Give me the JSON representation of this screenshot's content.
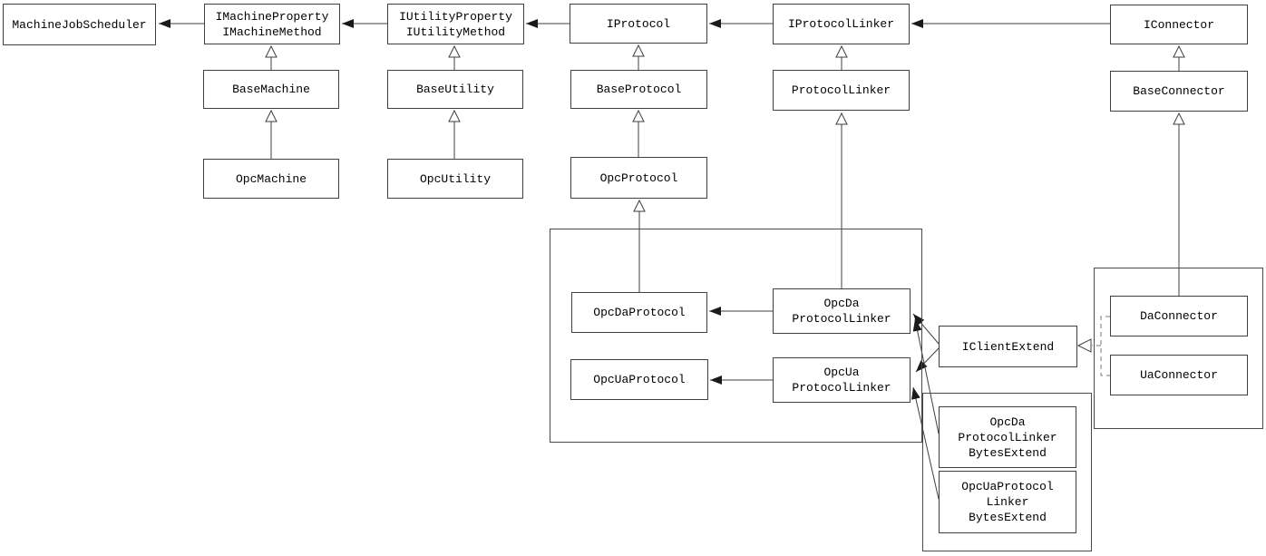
{
  "diagram_type": "class-diagram",
  "colors": {
    "background": "#ffffff",
    "box_border": "#3f3f3f",
    "group_border": "#4a4a4a",
    "line": "#3f3f3f",
    "dashed_line": "#7a7a7a",
    "arrow_fill": "#1a1a1a",
    "text": "#000000"
  },
  "nodes": {
    "machine_job_scheduler": {
      "label": "MachineJobScheduler"
    },
    "i_machine": {
      "label": "IMachineProperty\nIMachineMethod"
    },
    "i_utility": {
      "label": "IUtilityProperty\nIUtilityMethod"
    },
    "i_protocol": {
      "label": "IProtocol"
    },
    "i_protocol_linker": {
      "label": "IProtocolLinker"
    },
    "i_connector": {
      "label": "IConnector"
    },
    "base_machine": {
      "label": "BaseMachine"
    },
    "base_utility": {
      "label": "BaseUtility"
    },
    "base_protocol": {
      "label": "BaseProtocol"
    },
    "protocol_linker": {
      "label": "ProtocolLinker"
    },
    "base_connector": {
      "label": "BaseConnector"
    },
    "opc_machine": {
      "label": "OpcMachine"
    },
    "opc_utility": {
      "label": "OpcUtility"
    },
    "opc_protocol": {
      "label": "OpcProtocol"
    },
    "opc_da_protocol": {
      "label": "OpcDaProtocol"
    },
    "opc_da_protocol_linker": {
      "label": "OpcDa\nProtocolLinker"
    },
    "opc_ua_protocol": {
      "label": "OpcUaProtocol"
    },
    "opc_ua_protocol_linker": {
      "label": "OpcUa\nProtocolLinker"
    },
    "i_client_extend": {
      "label": "IClientExtend"
    },
    "da_connector": {
      "label": "DaConnector"
    },
    "ua_connector": {
      "label": "UaConnector"
    },
    "opc_da_protocol_linker_bytes_extend": {
      "label": "OpcDa\nProtocolLinker\nBytesExtend"
    },
    "opc_ua_protocol_linker_bytes_extend": {
      "label": "OpcUaProtocol\nLinker\nBytesExtend"
    }
  },
  "edges": [
    {
      "from": "i_machine",
      "to": "machine_job_scheduler",
      "type": "association"
    },
    {
      "from": "i_utility",
      "to": "i_machine",
      "type": "association"
    },
    {
      "from": "i_protocol",
      "to": "i_utility",
      "type": "association"
    },
    {
      "from": "i_protocol_linker",
      "to": "i_protocol",
      "type": "association"
    },
    {
      "from": "i_connector",
      "to": "i_protocol_linker",
      "type": "association"
    },
    {
      "from": "base_machine",
      "to": "i_machine",
      "type": "inheritance"
    },
    {
      "from": "opc_machine",
      "to": "base_machine",
      "type": "inheritance"
    },
    {
      "from": "base_utility",
      "to": "i_utility",
      "type": "inheritance"
    },
    {
      "from": "opc_utility",
      "to": "base_utility",
      "type": "inheritance"
    },
    {
      "from": "base_protocol",
      "to": "i_protocol",
      "type": "inheritance"
    },
    {
      "from": "opc_protocol",
      "to": "base_protocol",
      "type": "inheritance"
    },
    {
      "from": "protocol_linker",
      "to": "i_protocol_linker",
      "type": "inheritance"
    },
    {
      "from": "base_connector",
      "to": "i_connector",
      "type": "inheritance"
    },
    {
      "from": "opc_da_protocol",
      "to": "opc_protocol",
      "type": "inheritance"
    },
    {
      "from": "opc_da_protocol_linker",
      "to": "protocol_linker",
      "type": "inheritance"
    },
    {
      "from": "da_connector",
      "to": "base_connector",
      "type": "inheritance"
    },
    {
      "from": "opc_da_protocol_linker",
      "to": "opc_da_protocol",
      "type": "association"
    },
    {
      "from": "opc_ua_protocol_linker",
      "to": "opc_ua_protocol",
      "type": "association"
    },
    {
      "from": "i_client_extend",
      "to": "opc_da_protocol_linker",
      "type": "association"
    },
    {
      "from": "i_client_extend",
      "to": "opc_ua_protocol_linker",
      "type": "association"
    },
    {
      "from": "opc_da_protocol_linker_bytes_extend",
      "to": "opc_da_protocol_linker",
      "type": "association"
    },
    {
      "from": "opc_ua_protocol_linker_bytes_extend",
      "to": "opc_ua_protocol_linker",
      "type": "association"
    },
    {
      "from": "da_connector",
      "to": "i_client_extend",
      "type": "realization"
    },
    {
      "from": "ua_connector",
      "to": "i_client_extend",
      "type": "realization"
    }
  ]
}
